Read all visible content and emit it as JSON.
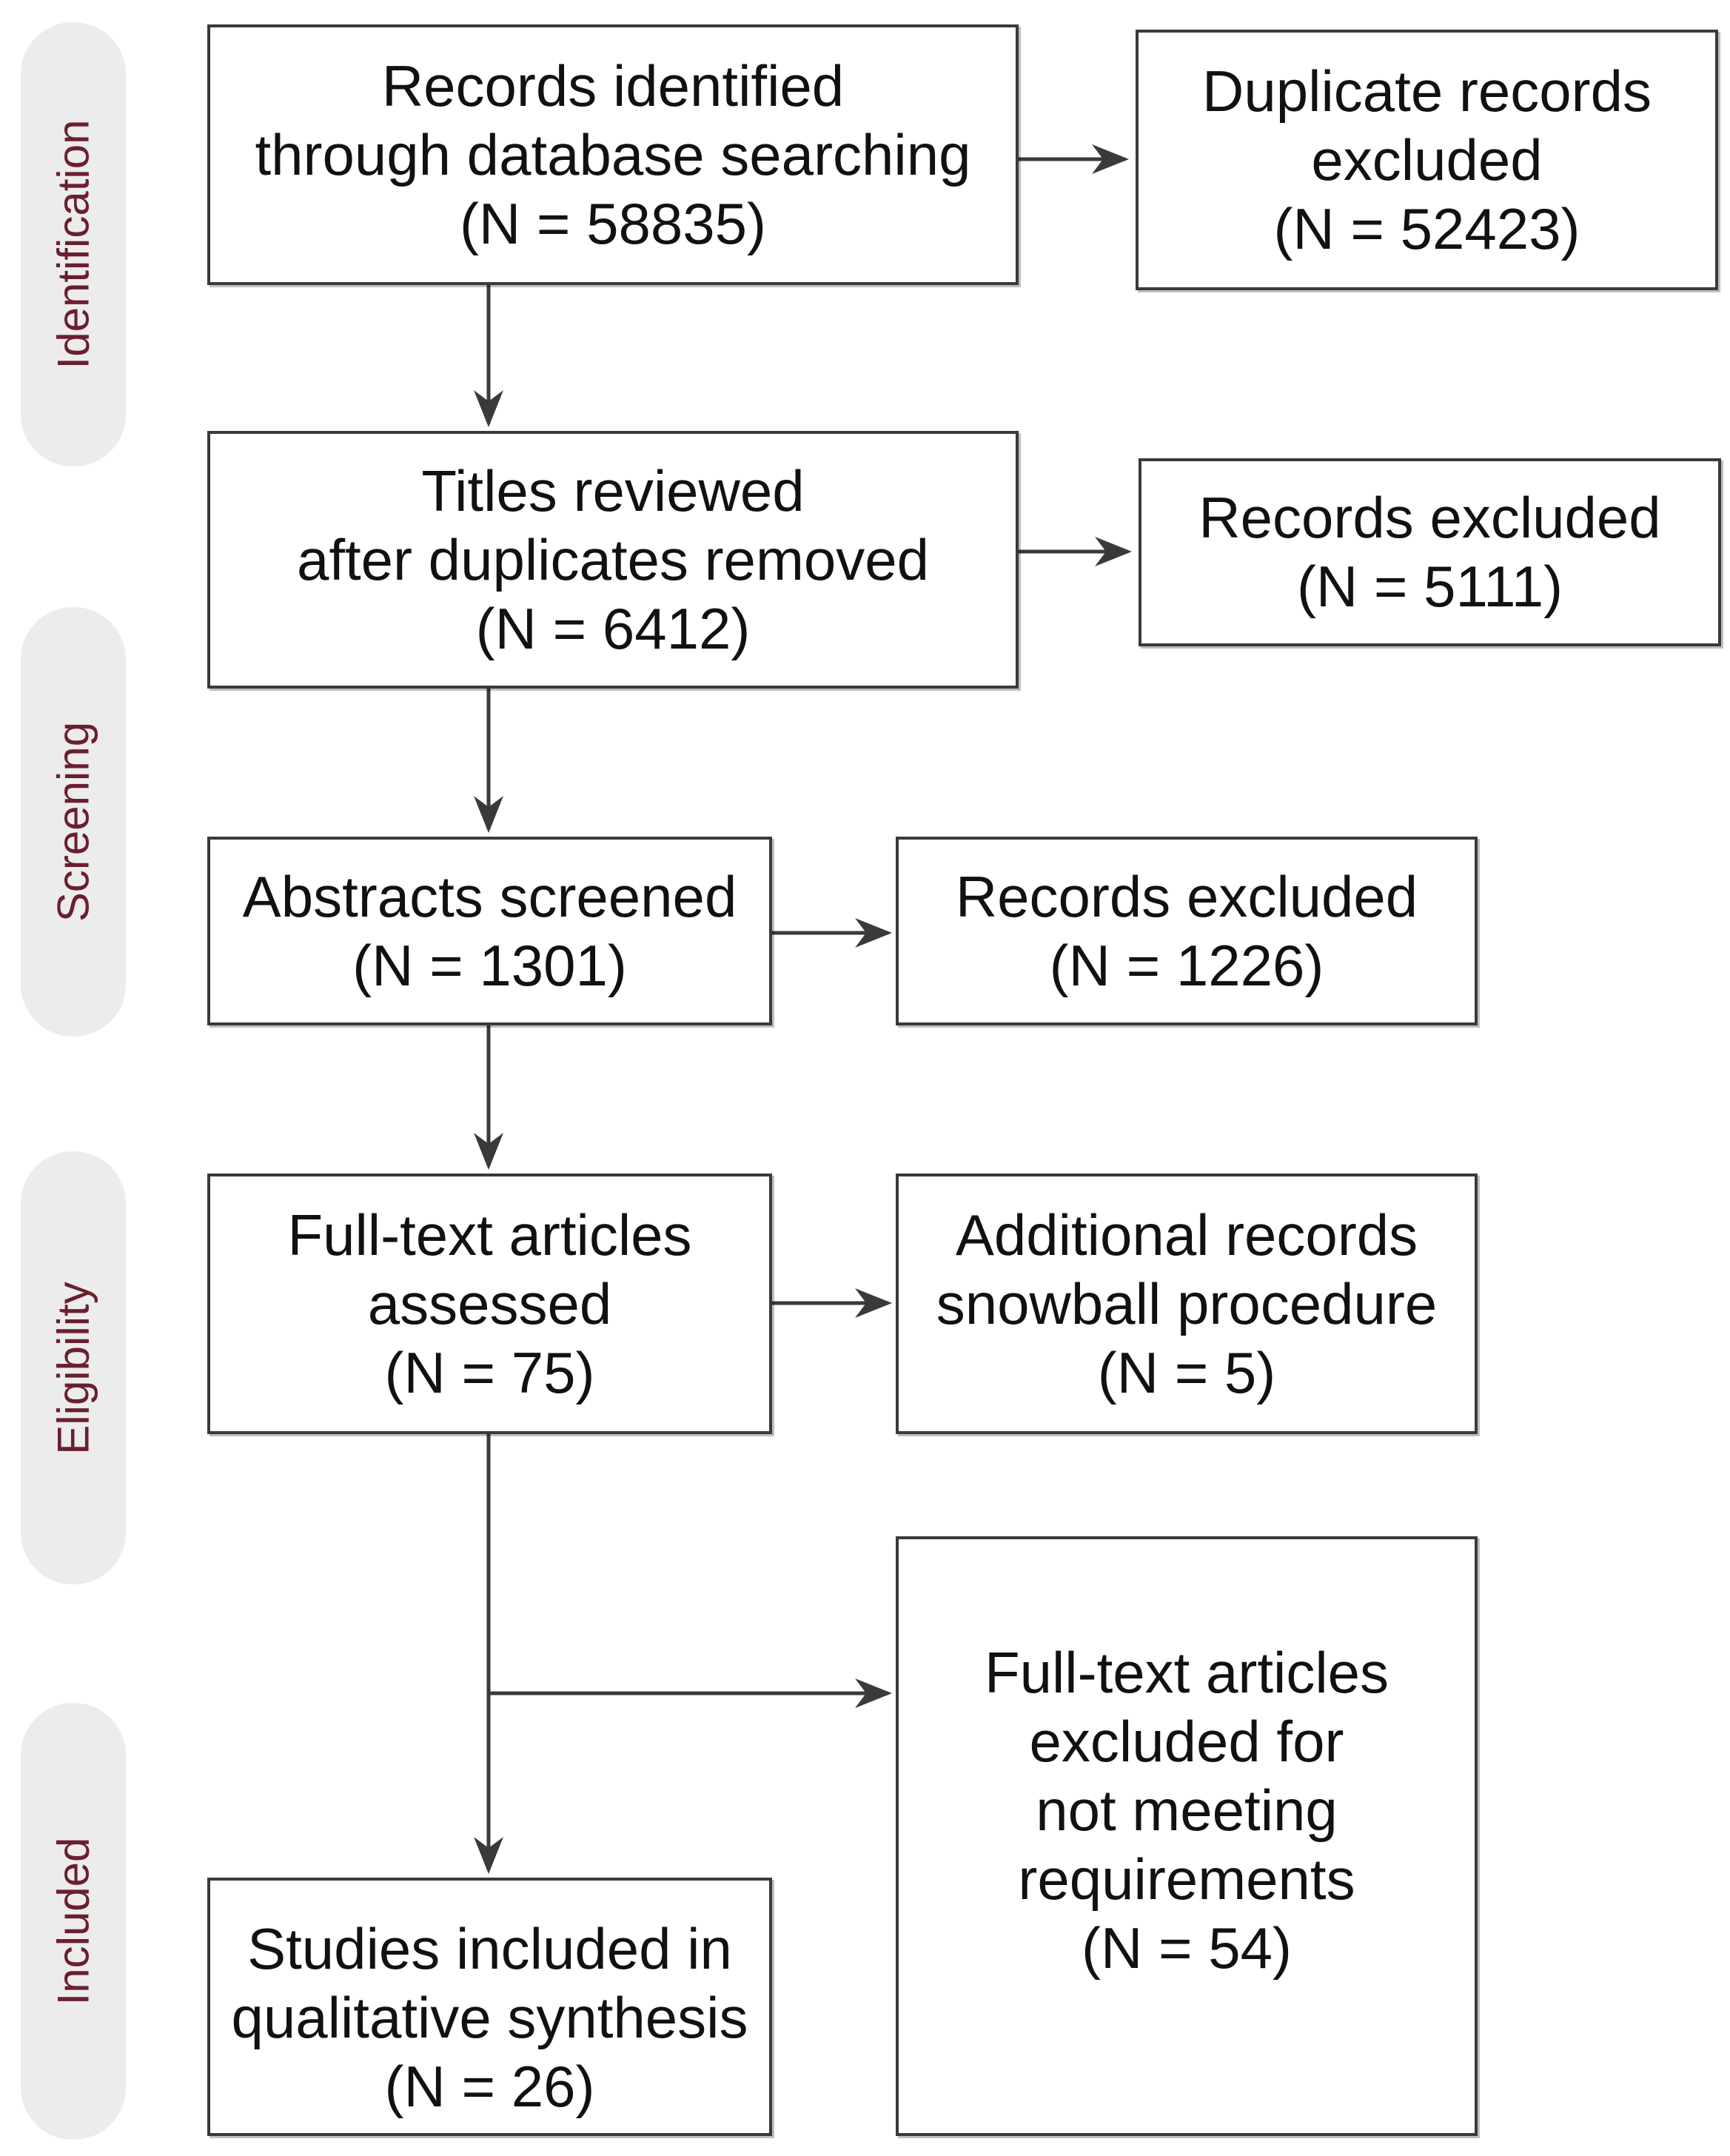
{
  "phases": {
    "identification": "Identification",
    "screening": "Screening",
    "eligibility": "Eligibility",
    "included": "Included"
  },
  "boxes": {
    "records_identified": {
      "lines": [
        "Records identified",
        "through database searching",
        "(N = 58835)"
      ]
    },
    "duplicates_excluded": {
      "lines": [
        "Duplicate records",
        "excluded",
        "(N = 52423)"
      ]
    },
    "titles_reviewed": {
      "lines": [
        "Titles reviewed",
        "after duplicates removed",
        "(N = 6412)"
      ]
    },
    "records_excluded_titles": {
      "lines": [
        "Records excluded",
        "(N = 5111)"
      ]
    },
    "abstracts_screened": {
      "lines": [
        "Abstracts screened",
        "(N = 1301)"
      ]
    },
    "records_excluded_abstracts": {
      "lines": [
        "Records excluded",
        "(N = 1226)"
      ]
    },
    "fulltext_assessed": {
      "lines": [
        "Full-text articles",
        "assessed",
        "(N = 75)"
      ]
    },
    "additional_records": {
      "lines": [
        "Additional records",
        "snowball procedure",
        "(N = 5)"
      ]
    },
    "fulltext_excluded": {
      "lines": [
        "Full-text articles",
        "excluded for",
        "not meeting",
        "requirements",
        "(N = 54)"
      ]
    },
    "studies_included": {
      "lines": [
        "Studies included in",
        "qualitative synthesis",
        "(N = 26)"
      ]
    }
  },
  "colors": {
    "phase_background": "#ececec",
    "phase_text": "#6b1f2e",
    "box_border": "#3a3a3a",
    "arrow": "#3a3a3a"
  }
}
